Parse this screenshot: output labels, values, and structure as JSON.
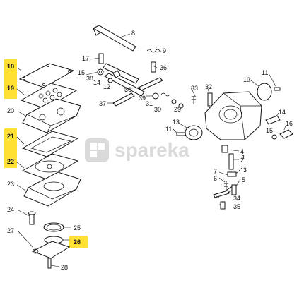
{
  "watermark": {
    "text": "spareka"
  },
  "colors": {
    "highlight": "#ffe033",
    "ink": "#111111",
    "watermark": "#d6d6d6"
  },
  "labels": {
    "l8": "8",
    "l9": "9",
    "l17": "17",
    "l36a": "36",
    "l15": "15",
    "l38": "38",
    "l14": "14",
    "l12": "12",
    "l36b": "36",
    "l11a": "11",
    "l10": "10",
    "l37": "37",
    "l39": "39",
    "l31": "31",
    "l30": "30",
    "l29": "29",
    "l33": "33",
    "l32": "32",
    "l13": "13",
    "l11b": "11",
    "l14b": "14",
    "l16": "16",
    "l15b": "15",
    "l4": "4",
    "l2": "2",
    "l1": "1",
    "l3": "3",
    "l7": "7",
    "l6": "6",
    "l5": "5",
    "l34": "34",
    "l35": "35",
    "l18": "18",
    "l19": "19",
    "l20": "20",
    "l21": "21",
    "l22": "22",
    "l23": "23",
    "l24": "24",
    "l25": "25",
    "l26": "26",
    "l27": "27",
    "l28": "28"
  }
}
